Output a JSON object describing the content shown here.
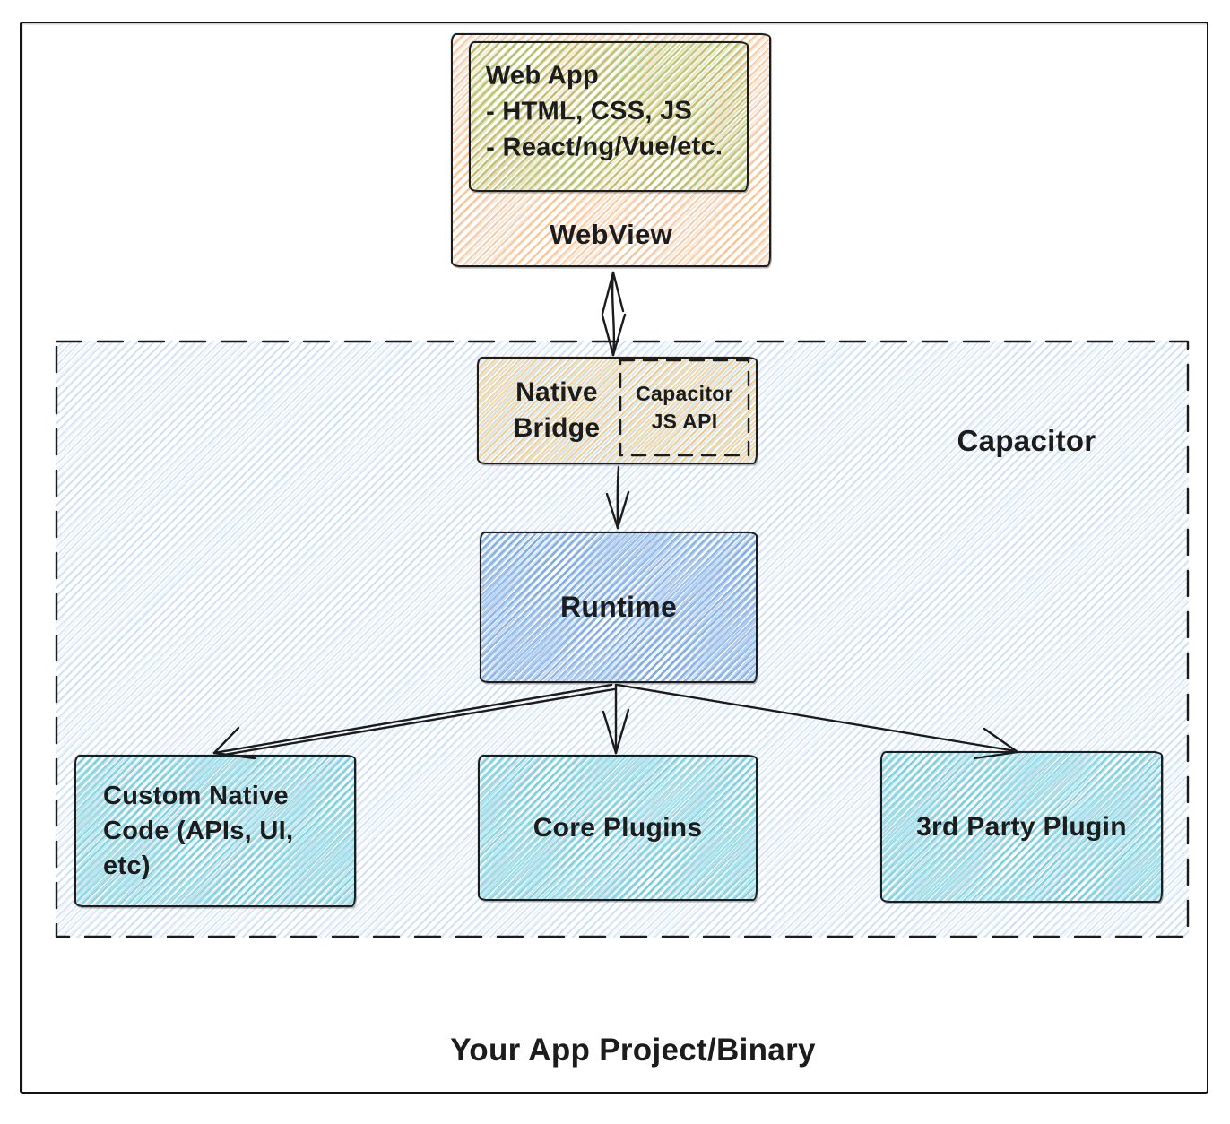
{
  "palette": {
    "ink": "#1c1c1c",
    "webview_fill": "#f2a25f",
    "web_app_fill": "#8cb94b",
    "native_bridge_fill": "#e8b958",
    "runtime_fill": "#508cd7",
    "plugin_fill": "#46becd",
    "capacitor_container_fill": "#96beeb"
  },
  "webview": {
    "label": "WebView",
    "web_app": {
      "title": "Web App",
      "bullet1": "- HTML, CSS, JS",
      "bullet2": "- React/ng/Vue/etc."
    }
  },
  "capacitor": {
    "label": "Capacitor",
    "native_bridge": {
      "label": "Native Bridge",
      "js_api_label": "Capacitor JS API"
    },
    "runtime_label": "Runtime",
    "custom_native_label": "Custom Native Code (APIs, UI, etc)",
    "core_plugins_label": "Core Plugins",
    "third_party_label": "3rd Party Plugin"
  },
  "footer_label": "Your App Project/Binary"
}
